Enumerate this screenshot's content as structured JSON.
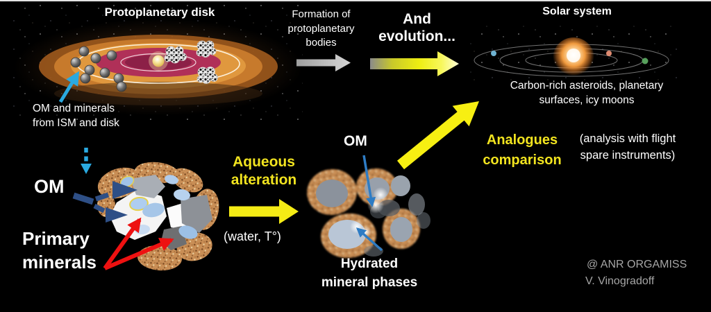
{
  "palette": {
    "background": "#000000",
    "accent_yellow": "#f2e41f",
    "cyan_arrow": "#2aa9e0",
    "navy_arrow": "#2e4f86",
    "red_arrow": "#ee1111",
    "blue_arrow": "#2e7cc4",
    "gray_text": "#a6a6a6"
  },
  "top_row": {
    "disk_title": "Protoplanetary disk",
    "formation_label": "Formation of\nprotoplanetary\nbodies",
    "evolution_label": "And\nevolution...",
    "solar_title": "Solar system",
    "solar_caption": "Carbon-rich asteroids, planetary\nsurfaces, icy moons"
  },
  "left": {
    "om_minerals_label": "OM and minerals\nfrom ISM and disk",
    "om_label": "OM",
    "primary_minerals_label": "Primary\nminerals"
  },
  "middle": {
    "aqueous_label": "Aqueous\nalteration",
    "water_label": "(water, T°)",
    "om_label": "OM",
    "hydrated_label": "Hydrated\nmineral phases"
  },
  "right": {
    "analogues_label": "Analogues\ncomparison",
    "analysis_label": "(analysis with flight\nspare instruments)"
  },
  "credits": {
    "line1": "@ ANR ORGAMISS",
    "line2": "V. Vinogradoff"
  }
}
